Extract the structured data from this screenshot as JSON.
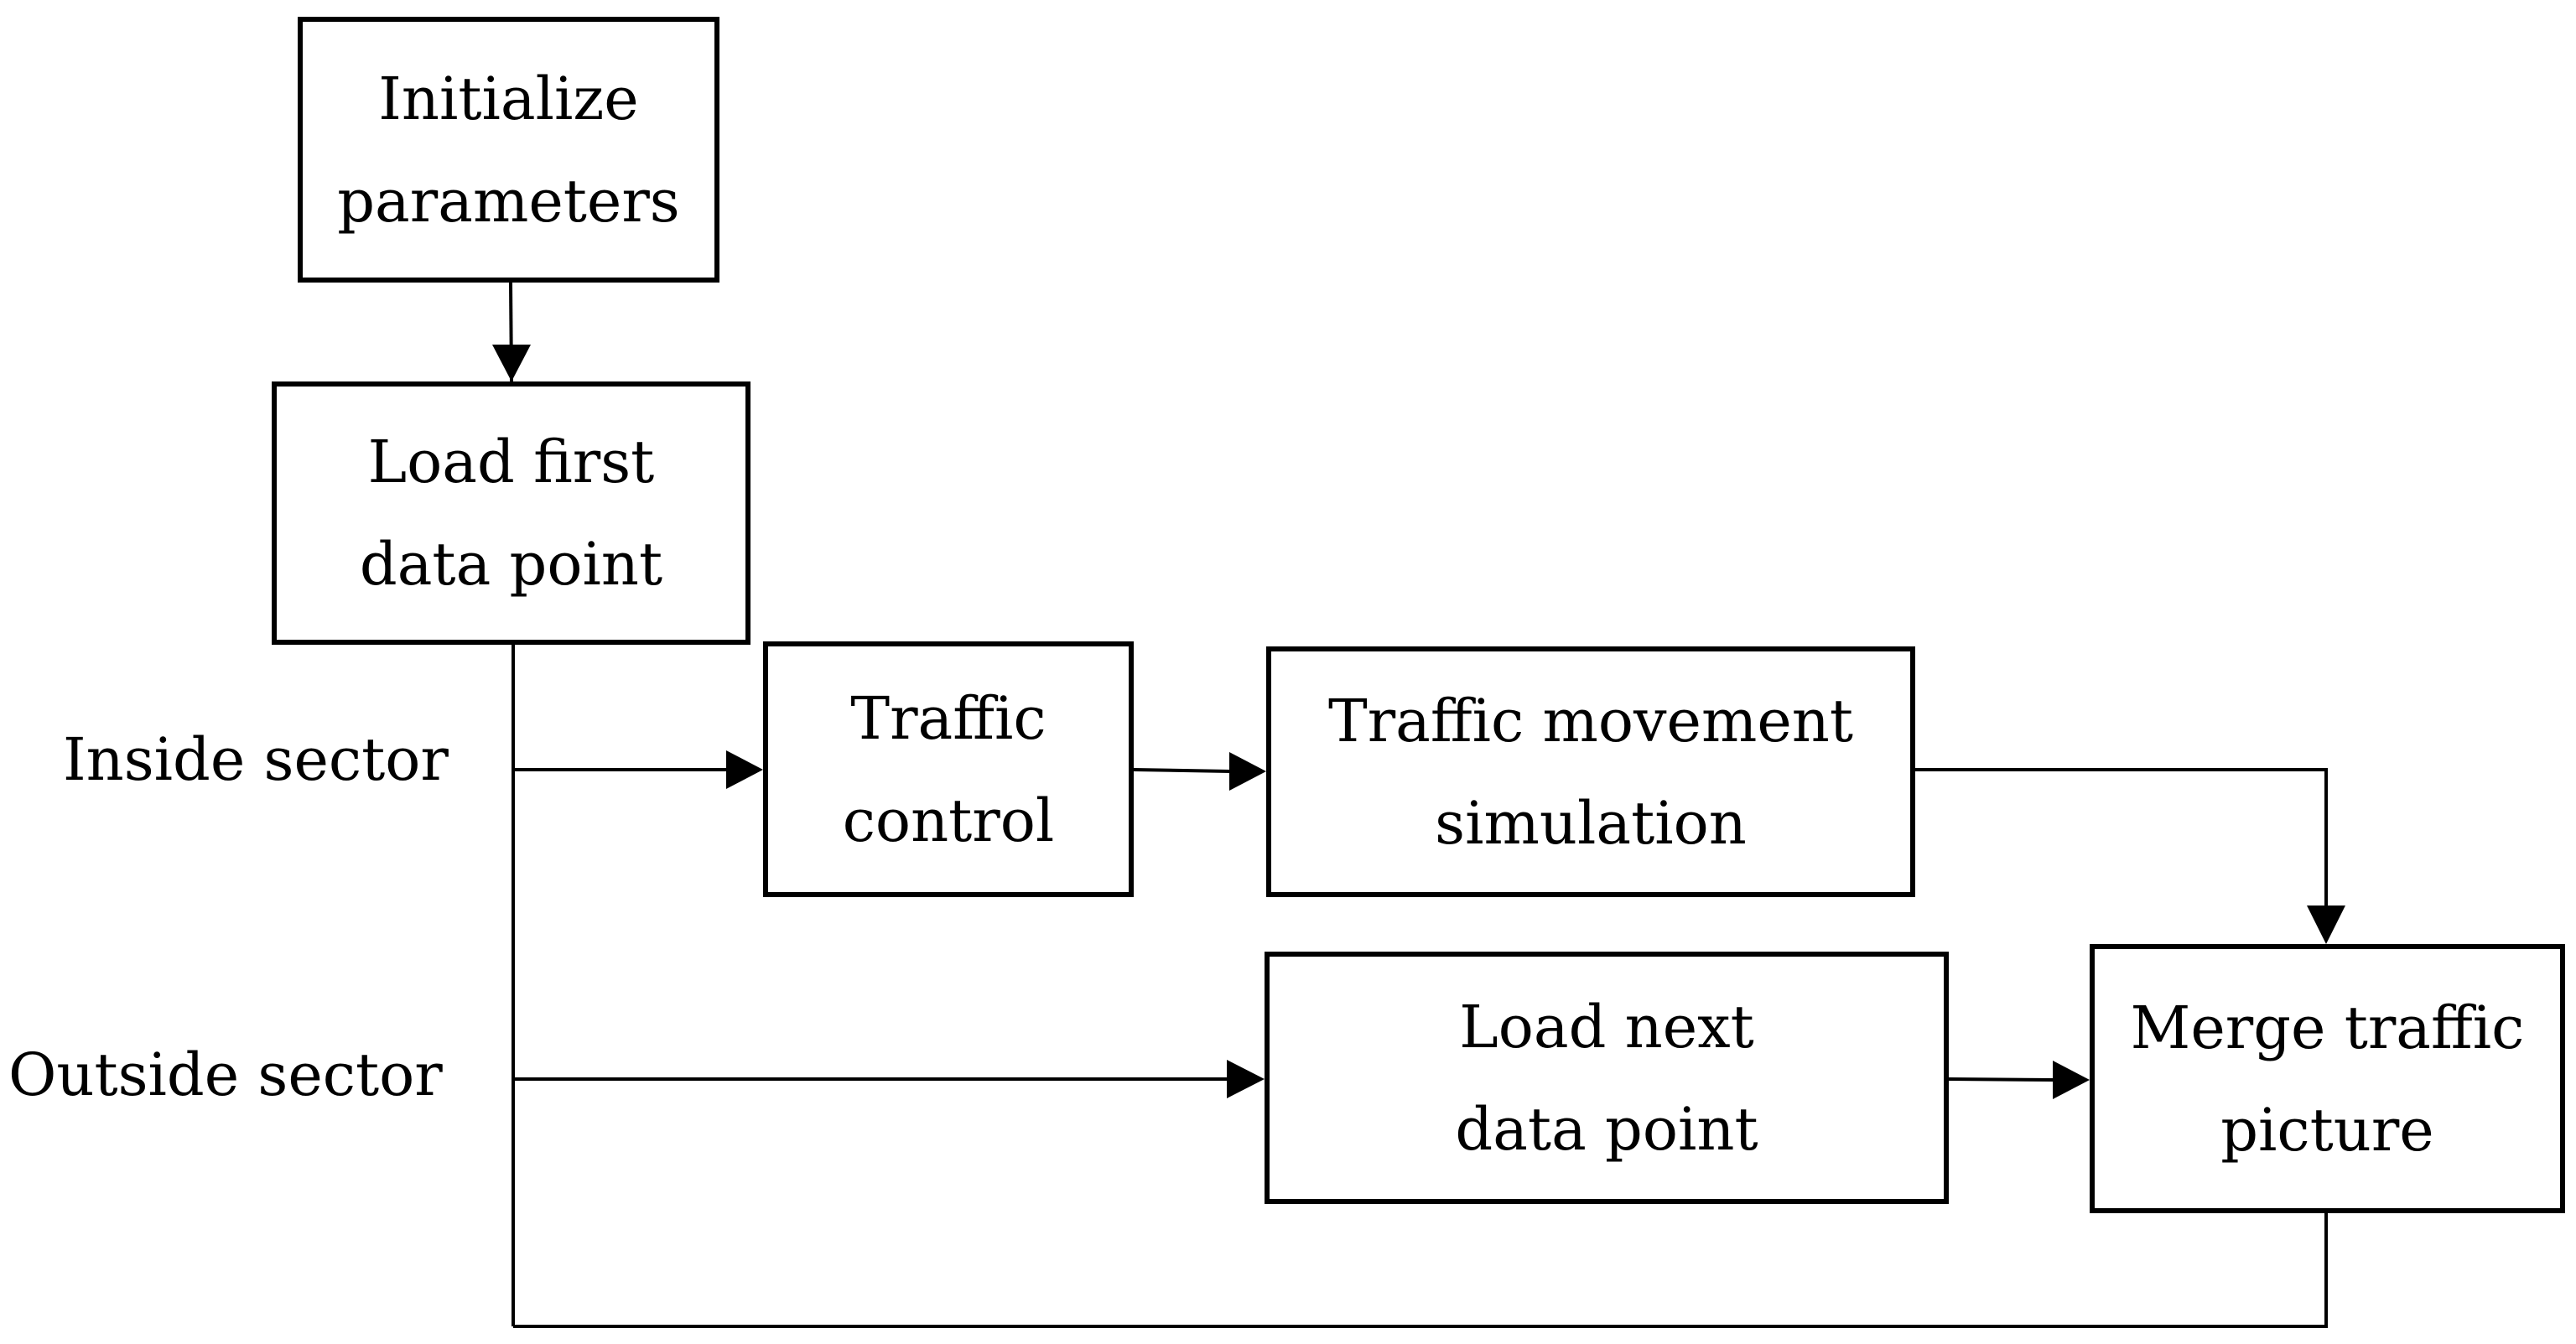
{
  "nodes": {
    "initialize": {
      "line1": "Initialize",
      "line2": "parameters"
    },
    "load_first": {
      "line1": "Load first",
      "line2": "data point"
    },
    "traffic_control": {
      "line1": "Traffic",
      "line2": "control"
    },
    "traffic_movement": {
      "line1": "Traffic movement",
      "line2": "simulation"
    },
    "load_next": {
      "line1": "Load next",
      "line2": "data point"
    },
    "merge": {
      "line1": "Merge traffic",
      "line2": "picture"
    }
  },
  "branch_labels": {
    "inside": "Inside sector",
    "outside": "Outside sector"
  },
  "edges": [
    {
      "from": "initialize",
      "to": "load_first"
    },
    {
      "from": "load_first",
      "to": "traffic_control",
      "label": "inside"
    },
    {
      "from": "load_first",
      "to": "load_next",
      "label": "outside"
    },
    {
      "from": "traffic_control",
      "to": "traffic_movement"
    },
    {
      "from": "traffic_movement",
      "to": "merge"
    },
    {
      "from": "load_next",
      "to": "merge"
    },
    {
      "from": "merge",
      "to": "load_first"
    }
  ],
  "colors": {
    "stroke": "#000000",
    "background": "#ffffff"
  }
}
